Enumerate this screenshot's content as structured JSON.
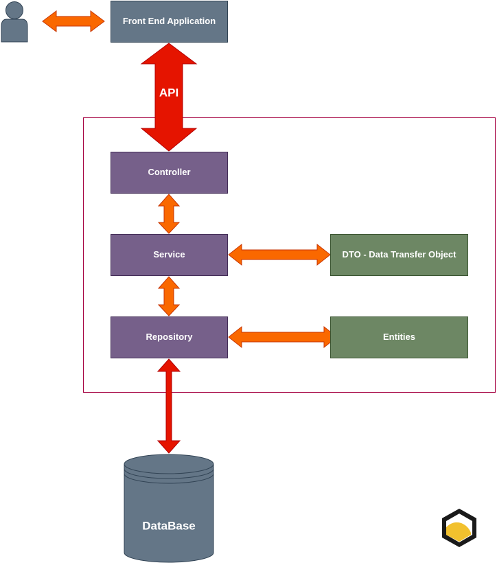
{
  "nodes": {
    "front_end": "Front End Application",
    "controller": "Controller",
    "service": "Service",
    "repository": "Repository",
    "dto": "DTO - Data Transfer Object",
    "entities": "Entities",
    "database": "DataBase"
  },
  "edges": {
    "api": "API"
  },
  "colors": {
    "front_end_fill": "#647687",
    "layer_fill": "#76608A",
    "model_fill": "#6D8764",
    "database_fill": "#647687",
    "user_fill": "#647687",
    "arrow_orange": "#FA6800",
    "arrow_red": "#E51400",
    "boundary_stroke": "#A50040"
  },
  "icons": {
    "user": "user-icon",
    "logo": "cube-logo-icon"
  }
}
